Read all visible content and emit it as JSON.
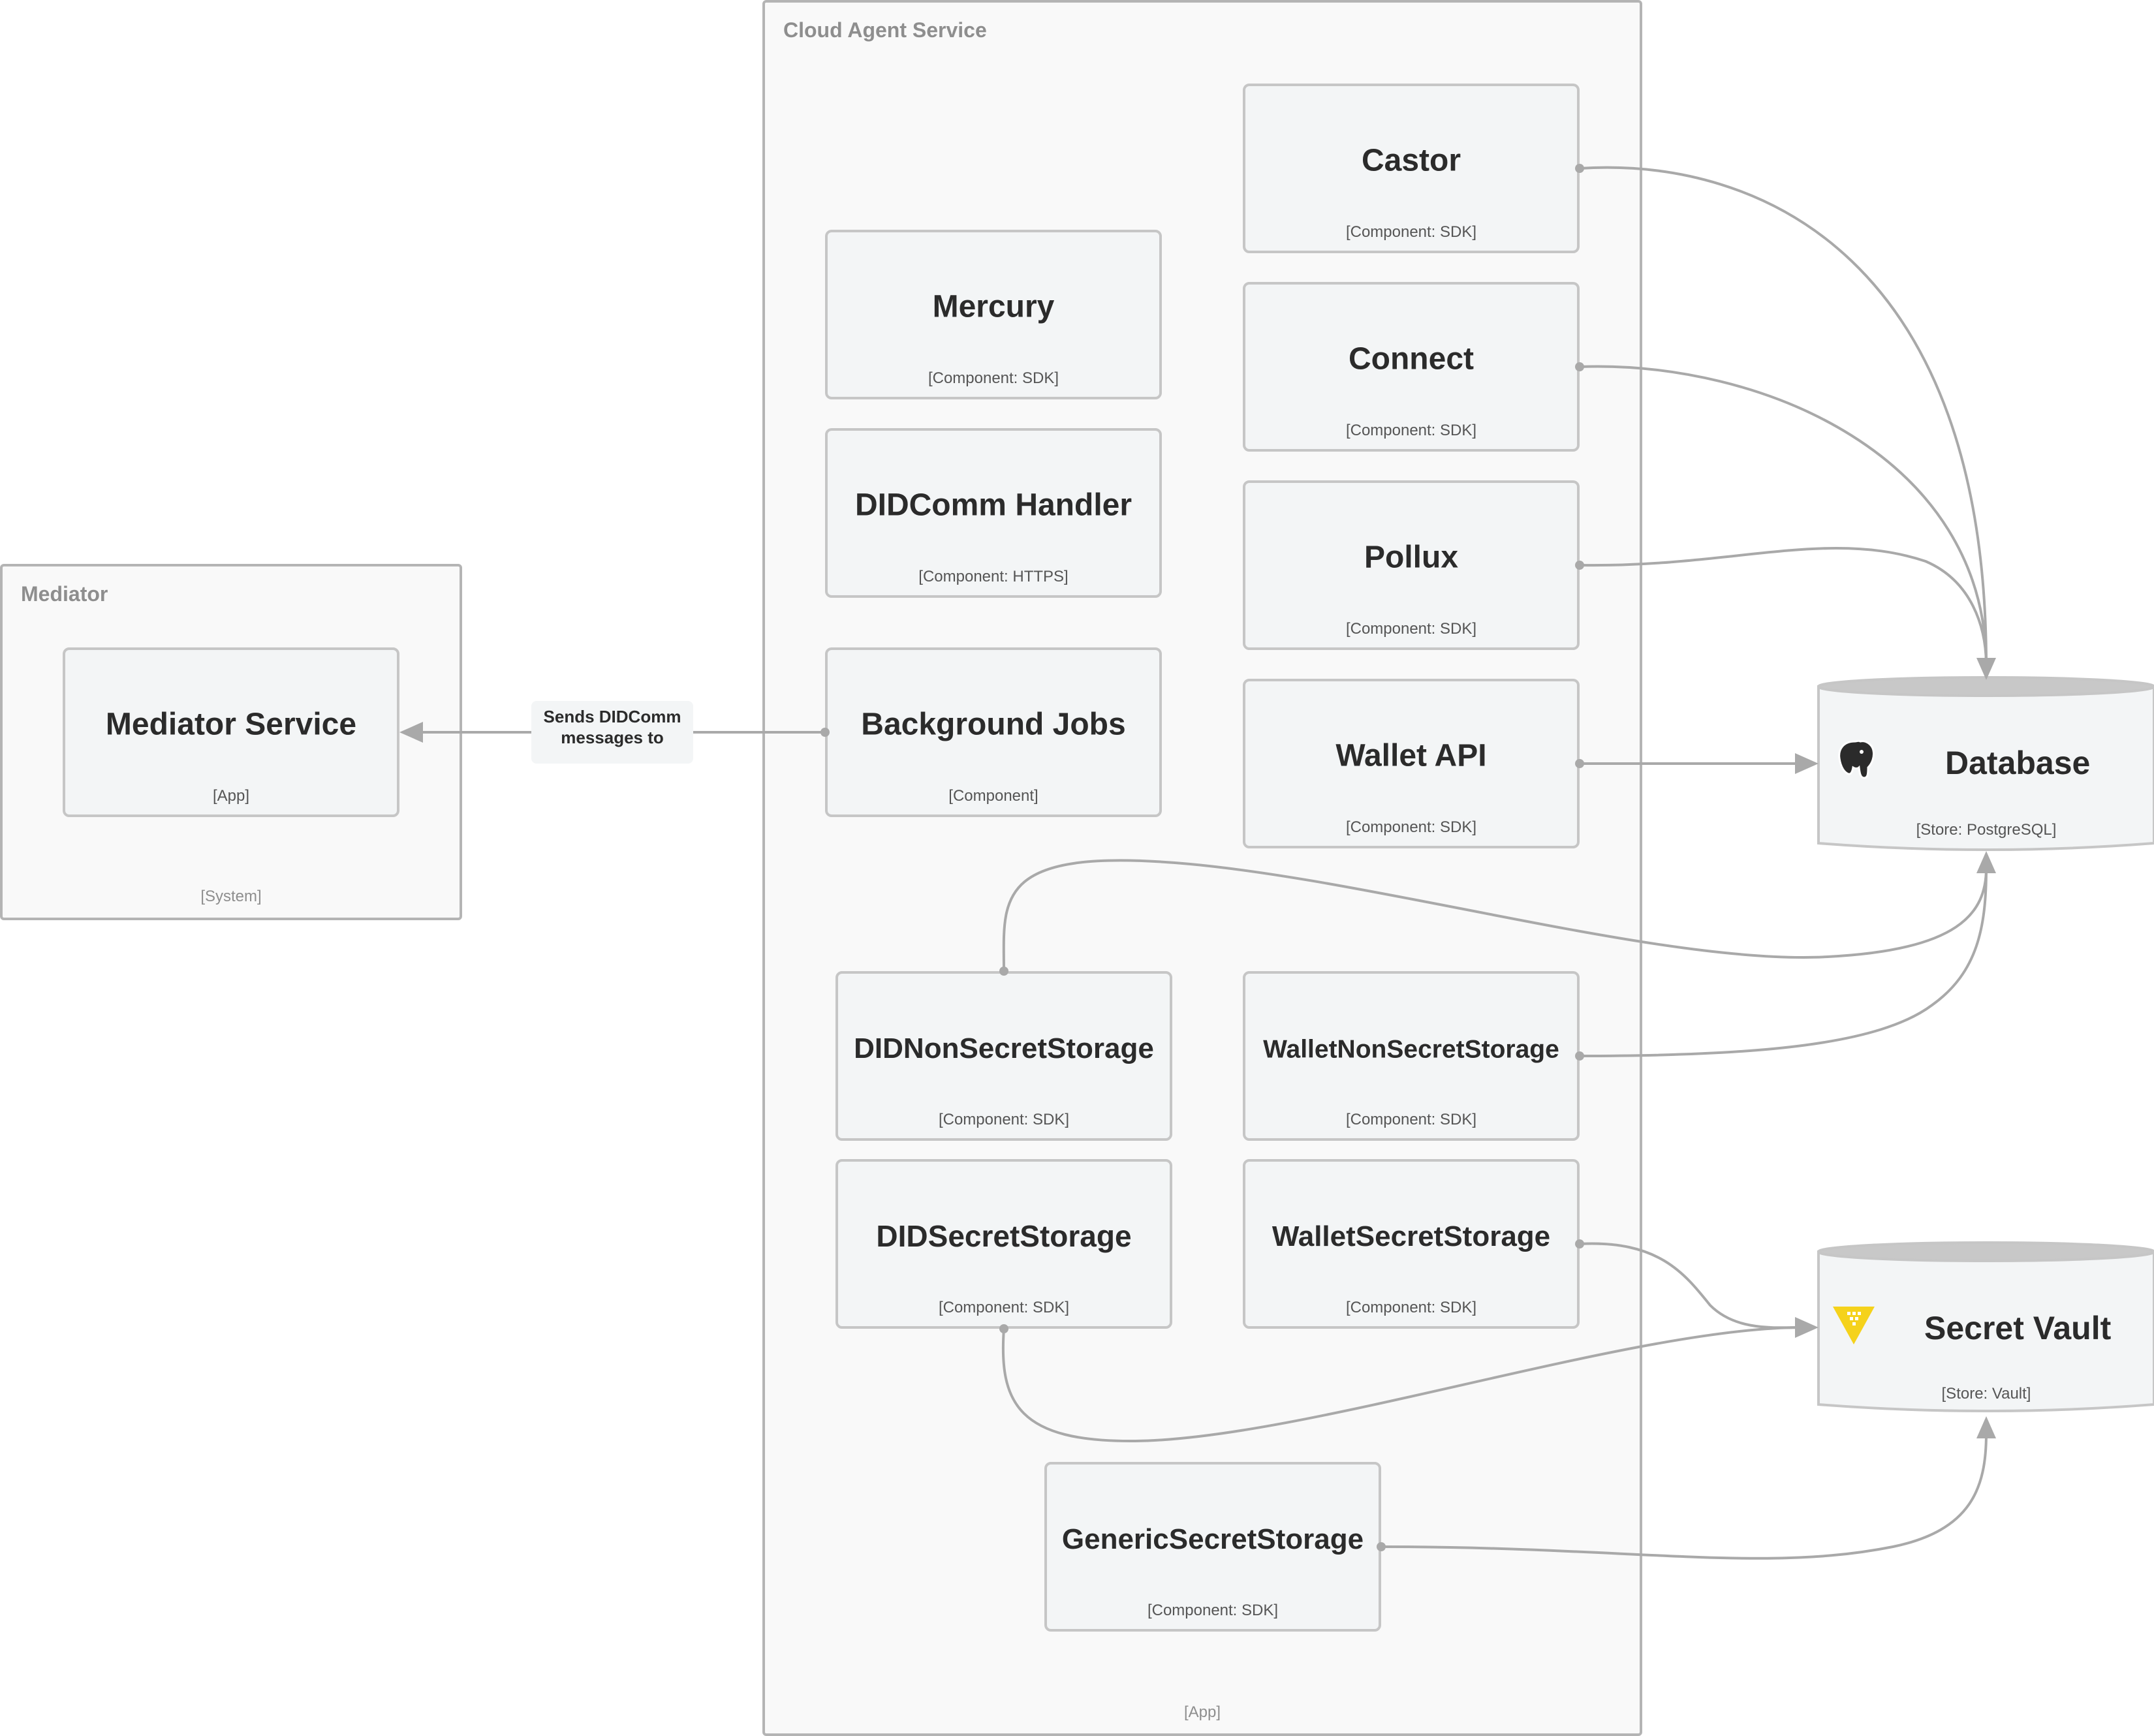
{
  "mediator": {
    "title": "Mediator",
    "tag": "[System]",
    "service": {
      "name": "Mediator Service",
      "tag": "[App]"
    }
  },
  "cloud": {
    "title": "Cloud Agent Service",
    "tag": "[App]",
    "components": {
      "castor": {
        "name": "Castor",
        "tag": "[Component: SDK]"
      },
      "mercury": {
        "name": "Mercury",
        "tag": "[Component: SDK]"
      },
      "connect": {
        "name": "Connect",
        "tag": "[Component: SDK]"
      },
      "didcomm_handler": {
        "name": "DIDComm Handler",
        "tag": "[Component: HTTPS]"
      },
      "pollux": {
        "name": "Pollux",
        "tag": "[Component: SDK]"
      },
      "background_jobs": {
        "name": "Background Jobs",
        "tag": "[Component]"
      },
      "wallet_api": {
        "name": "Wallet API",
        "tag": "[Component: SDK]"
      },
      "did_non_secret_storage": {
        "name": "DIDNonSecretStorage",
        "tag": "[Component: SDK]"
      },
      "wallet_non_secret_storage": {
        "name": "WalletNonSecretStorage",
        "tag": "[Component: SDK]"
      },
      "did_secret_storage": {
        "name": "DIDSecretStorage",
        "tag": "[Component: SDK]"
      },
      "wallet_secret_storage": {
        "name": "WalletSecretStorage",
        "tag": "[Component: SDK]"
      },
      "generic_secret_storage": {
        "name": "GenericSecretStorage",
        "tag": "[Component: SDK]"
      }
    }
  },
  "stores": {
    "database": {
      "name": "Database",
      "tag": "[Store: PostgreSQL]",
      "icon": "postgresql-elephant-icon"
    },
    "vault": {
      "name": "Secret Vault",
      "tag": "[Store: Vault]",
      "icon": "vault-triangle-icon"
    }
  },
  "edge": {
    "line1": "Sends DIDComm",
    "line2": "messages to"
  },
  "colors": {
    "edge": "#a9a9a9",
    "border": "#c6c6c6",
    "fill": "#f3f5f6",
    "vault_icon": "#f5d21b"
  }
}
